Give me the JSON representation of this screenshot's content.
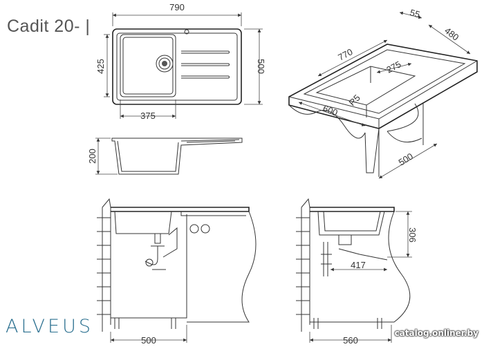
{
  "product": {
    "model": "Cadit 20- |",
    "brand": "ALVEUS",
    "watermark": "catalog.onliner.by"
  },
  "dimensions": {
    "top_width": "790",
    "top_depth": "500",
    "bowl_depth": "425",
    "bowl_width": "375",
    "height": "200",
    "iso_length": "770",
    "iso_edge": "55",
    "iso_width": "480",
    "iso_bowl": "275",
    "iso_radius": "R5",
    "iso_cabinet": "600",
    "iso_depth": "500",
    "front_cabinet": "500",
    "side_height": "306",
    "side_offset": "417",
    "side_cabinet": "560"
  }
}
